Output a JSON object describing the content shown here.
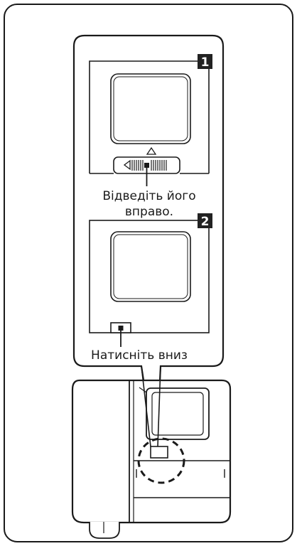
{
  "step1": {
    "badge": "1",
    "caption_line1": "Відведіть його",
    "caption_line2": "вправо."
  },
  "step2": {
    "badge": "2",
    "caption": "Натисніть вниз"
  },
  "colors": {
    "ink": "#1a1a1a",
    "badge_bg": "#222222",
    "paper": "#ffffff"
  }
}
